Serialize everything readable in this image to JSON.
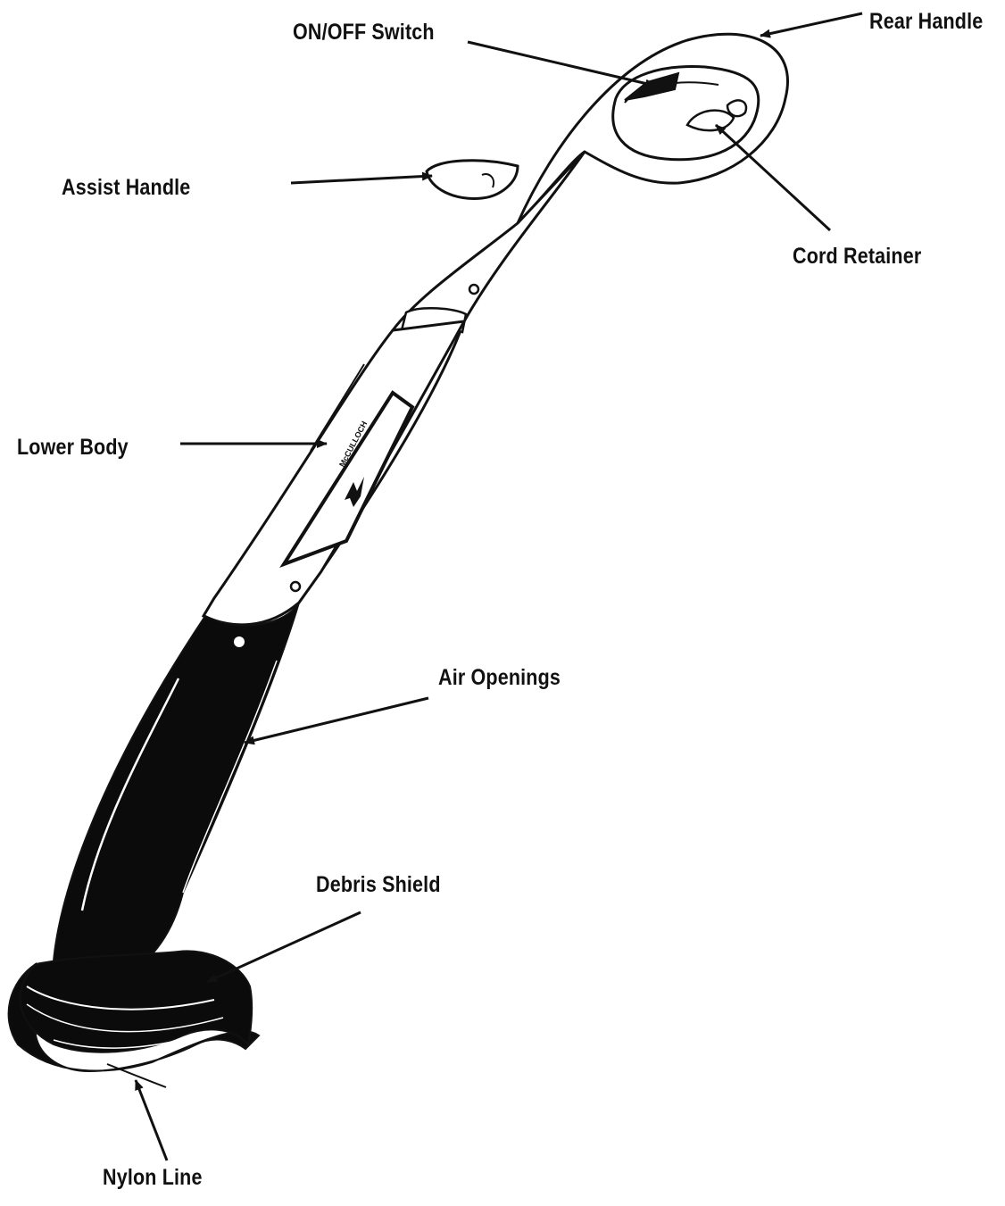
{
  "callouts": {
    "rear_handle": "Rear Handle",
    "on_off_switch": "ON/OFF Switch",
    "assist_handle": "Assist Handle",
    "cord_retainer": "Cord Retainer",
    "lower_body": "Lower Body",
    "air_openings": "Air Openings",
    "debris_shield": "Debris Shield",
    "nylon_line": "Nylon Line"
  },
  "product": {
    "brand": "McCULLOCH"
  },
  "colors": {
    "ink": "#111111",
    "paper": "#ffffff",
    "body_fill": "#ffffff",
    "shield_fill": "#0b0b0b"
  }
}
